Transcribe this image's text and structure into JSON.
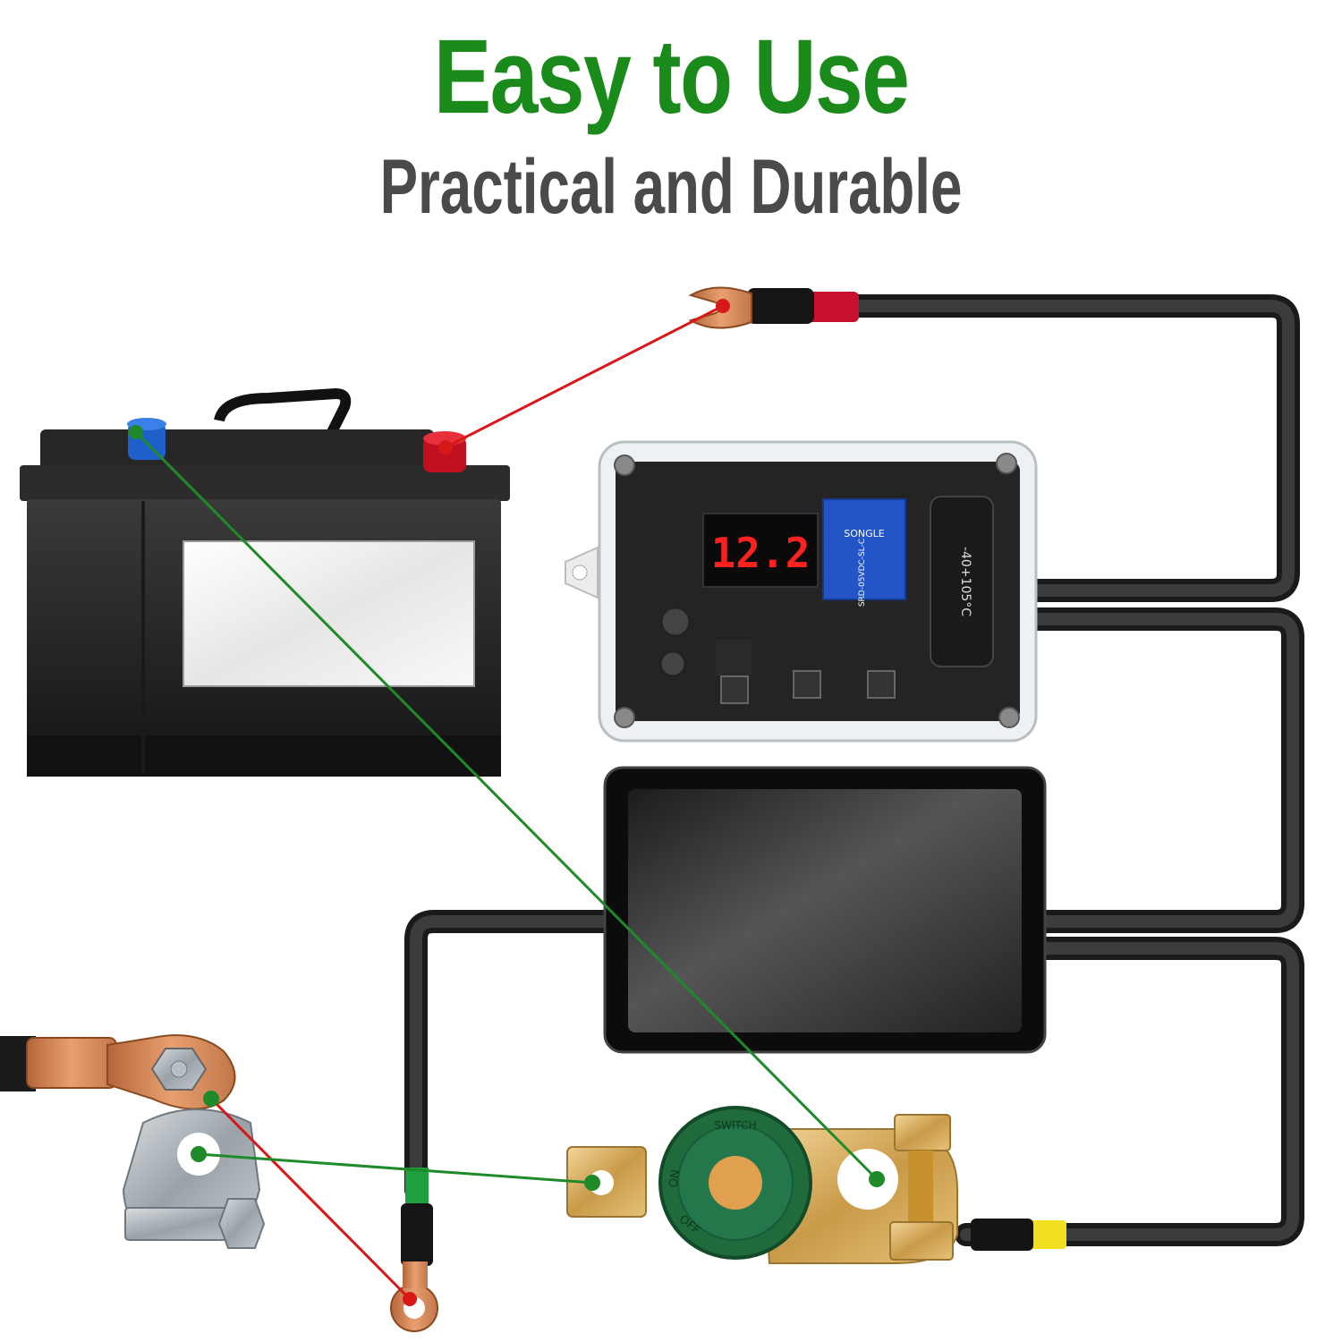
{
  "header": {
    "title": "Easy to Use",
    "subtitle": "Practical and Durable"
  },
  "controller": {
    "display_value": "12.2",
    "relay_label": "SONGLE",
    "relay_rating": "SRD-05VDC-SL-C",
    "capacitor_label": "-40+105°C"
  },
  "switch": {
    "knob_text": "SWITCH",
    "off_label": "OFF",
    "on_label": "ON"
  },
  "colors": {
    "title": "#1a8a1a",
    "subtitle": "#4a4a4a",
    "cable": "#2e2e2e",
    "red_line": "#d81818",
    "green_line": "#1f8a2a",
    "copper": "#d4884e",
    "brass": "#d8b060",
    "knob": "#1f6b3c"
  },
  "icons": [
    "car-battery-icon",
    "controller-box-icon",
    "remote-panel-icon",
    "battery-disconnect-switch-icon",
    "terminal-clamp-icon",
    "ring-terminal-icon",
    "fork-terminal-icon"
  ]
}
